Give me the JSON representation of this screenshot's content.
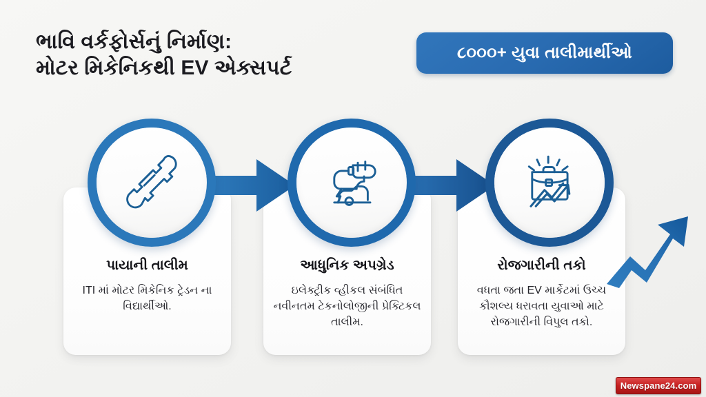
{
  "header": {
    "title_line1": "ભાવિ વર્કફોર્સનું નિર્માણ:",
    "title_line2": "મોટર મિકેનિકથી EV એક્સપર્ટ",
    "badge_text": "૮૦૦૦+ યુવા તાલીમાર્થીઓ"
  },
  "steps": [
    {
      "icon": "wrench-icon",
      "title": "પાયાની તાલીમ",
      "body": "ITI માં મોટર મિકેનિક ટ્રેડન ના વિદ્યાર્થીઓ.",
      "ring_color": "#2b78ba"
    },
    {
      "icon": "ev-charging-plug-icon",
      "title": "આધુનિક અપગ્રેડ",
      "body": "ઇલેક્ટ્રીક વ્હીકલ સંબંધિત નવીનતમ ટેકનોલોજીની પ્રેક્ટિકલ તાલીમ.",
      "ring_color": "#1f69ad"
    },
    {
      "icon": "briefcase-growth-icon",
      "title": "રોજગારીની તકો",
      "body": "વધતા જતા EV માર્કેટમાં ઉચ્ચ કૌશલ્ય ધરાવતા યુવાઓ માટે રોજગારીની વિપુલ તકો.",
      "ring_color": "#1c5896"
    }
  ],
  "connectors": [
    {
      "icon": "right-arrow-icon"
    },
    {
      "icon": "right-arrow-icon"
    }
  ],
  "decoration": {
    "growth_arrow_icon": "upward-growth-arrow-icon"
  },
  "watermark": {
    "text": "Newspane24.com",
    "color": "#c62222"
  },
  "colors": {
    "background": "#f4f4f2",
    "accent_blue": "#2a6cb2",
    "dark_blue": "#1c5896",
    "icon_stroke": "#1b5f95",
    "text_dark": "#15151a"
  }
}
